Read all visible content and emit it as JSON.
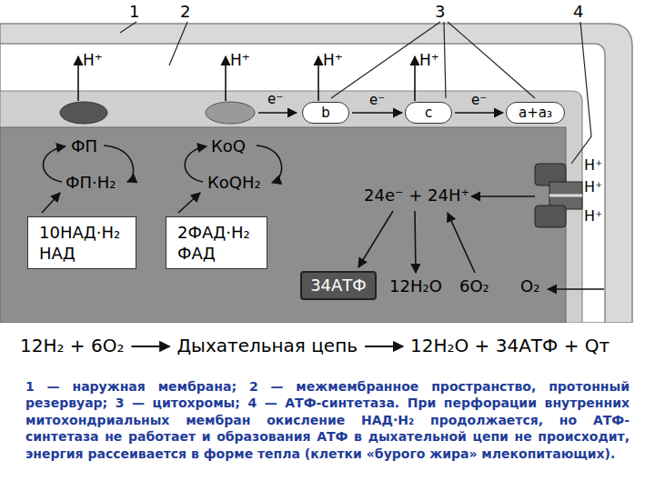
{
  "diagram": {
    "caption": "1 — наружная мембрана; 2 — межмембранное пространство, протонный резервуар; 3 — цитохромы; 4 — АТФ-синтетаза. При перфорации внутренних митохондриальных мембран окисление НАД·H₂ продолжается, но АТФ-синтетаза не работает и образования АТФ в дыхательной цепи не происходит, энергия рассеивается в форме тепла (клетки «бурого жира» млекопитающих).",
    "nodes": [
      {
        "text": [
          "b"
        ]
      },
      {
        "text": [
          "c"
        ]
      },
      {
        "text": [
          "a+a₃"
        ]
      },
      {
        "text": [
          "10НАД·H₂",
          "НАД"
        ]
      },
      {
        "text": [
          "2ФАД·H₂",
          "ФАД"
        ]
      },
      {
        "text": [
          "34АТФ"
        ]
      }
    ],
    "edges": [
      {
        "from": 0,
        "to": 1,
        "arrow": "to",
        "label": "e⁻"
      },
      {
        "from": 1,
        "to": 2,
        "arrow": "to",
        "label": "e⁻"
      }
    ],
    "labels": [
      "1",
      "2",
      "3",
      "4",
      "H⁺",
      "H⁺",
      "H⁺",
      "H⁺",
      "e⁻",
      "ФП",
      "ФП·H₂",
      "КоQ",
      "КоQH₂",
      "24e⁻ + 24H⁺",
      "12H₂O",
      "6O₂",
      "O₂",
      "H⁺",
      "H⁺",
      "H⁺",
      "12H₂ + 6O₂",
      "Дыхательная цепь",
      "12H₂O + 34АТФ + Qт"
    ]
  }
}
